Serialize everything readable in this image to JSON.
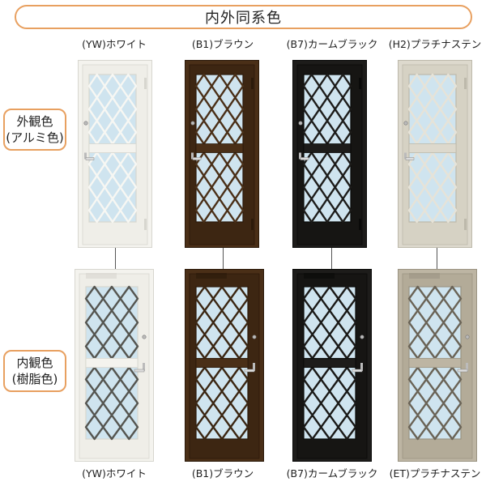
{
  "title": "内外同系色",
  "outer": {
    "label_line1": "外観色",
    "label_line2": "(アルミ色)",
    "doors": [
      {
        "label": "(YW)ホワイト",
        "frame": "#f4f3ee",
        "panel": "#efeee8",
        "grille": "#f7f7f3",
        "trim": "#d7d6cf"
      },
      {
        "label": "(B1)ブラウン",
        "frame": "#4a2f17",
        "panel": "#3d2612",
        "grille": "#4a2f17",
        "trim": "#2c1a0a"
      },
      {
        "label": "(B7)カームブラック",
        "frame": "#1d1c1a",
        "panel": "#161513",
        "grille": "#1d1c1a",
        "trim": "#0a0a09"
      },
      {
        "label": "(H2)プラチナステン",
        "frame": "#ddd9cd",
        "panel": "#d6d2c4",
        "grille": "#e6e3d8",
        "trim": "#bdb9ab"
      }
    ]
  },
  "inner": {
    "label_line1": "内観色",
    "label_line2": "(樹脂色)",
    "doors": [
      {
        "label": "(YW)ホワイト",
        "frame": "#f4f3ee",
        "panel": "#efeee8",
        "grille": "#555550",
        "trim": "#d7d6cf"
      },
      {
        "label": "(B1)ブラウン",
        "frame": "#4a2f17",
        "panel": "#3d2612",
        "grille": "#3b2612",
        "trim": "#2c1a0a"
      },
      {
        "label": "(B7)カームブラック",
        "frame": "#1d1c1a",
        "panel": "#161513",
        "grille": "#1a1917",
        "trim": "#0a0a09"
      },
      {
        "label": "(ET)プラチナステン",
        "frame": "#bdb5a3",
        "panel": "#b3ab98",
        "grille": "#6a6356",
        "trim": "#9b9483"
      }
    ]
  },
  "glass_color": "#cfe4ef",
  "accent_color": "#e8a060"
}
